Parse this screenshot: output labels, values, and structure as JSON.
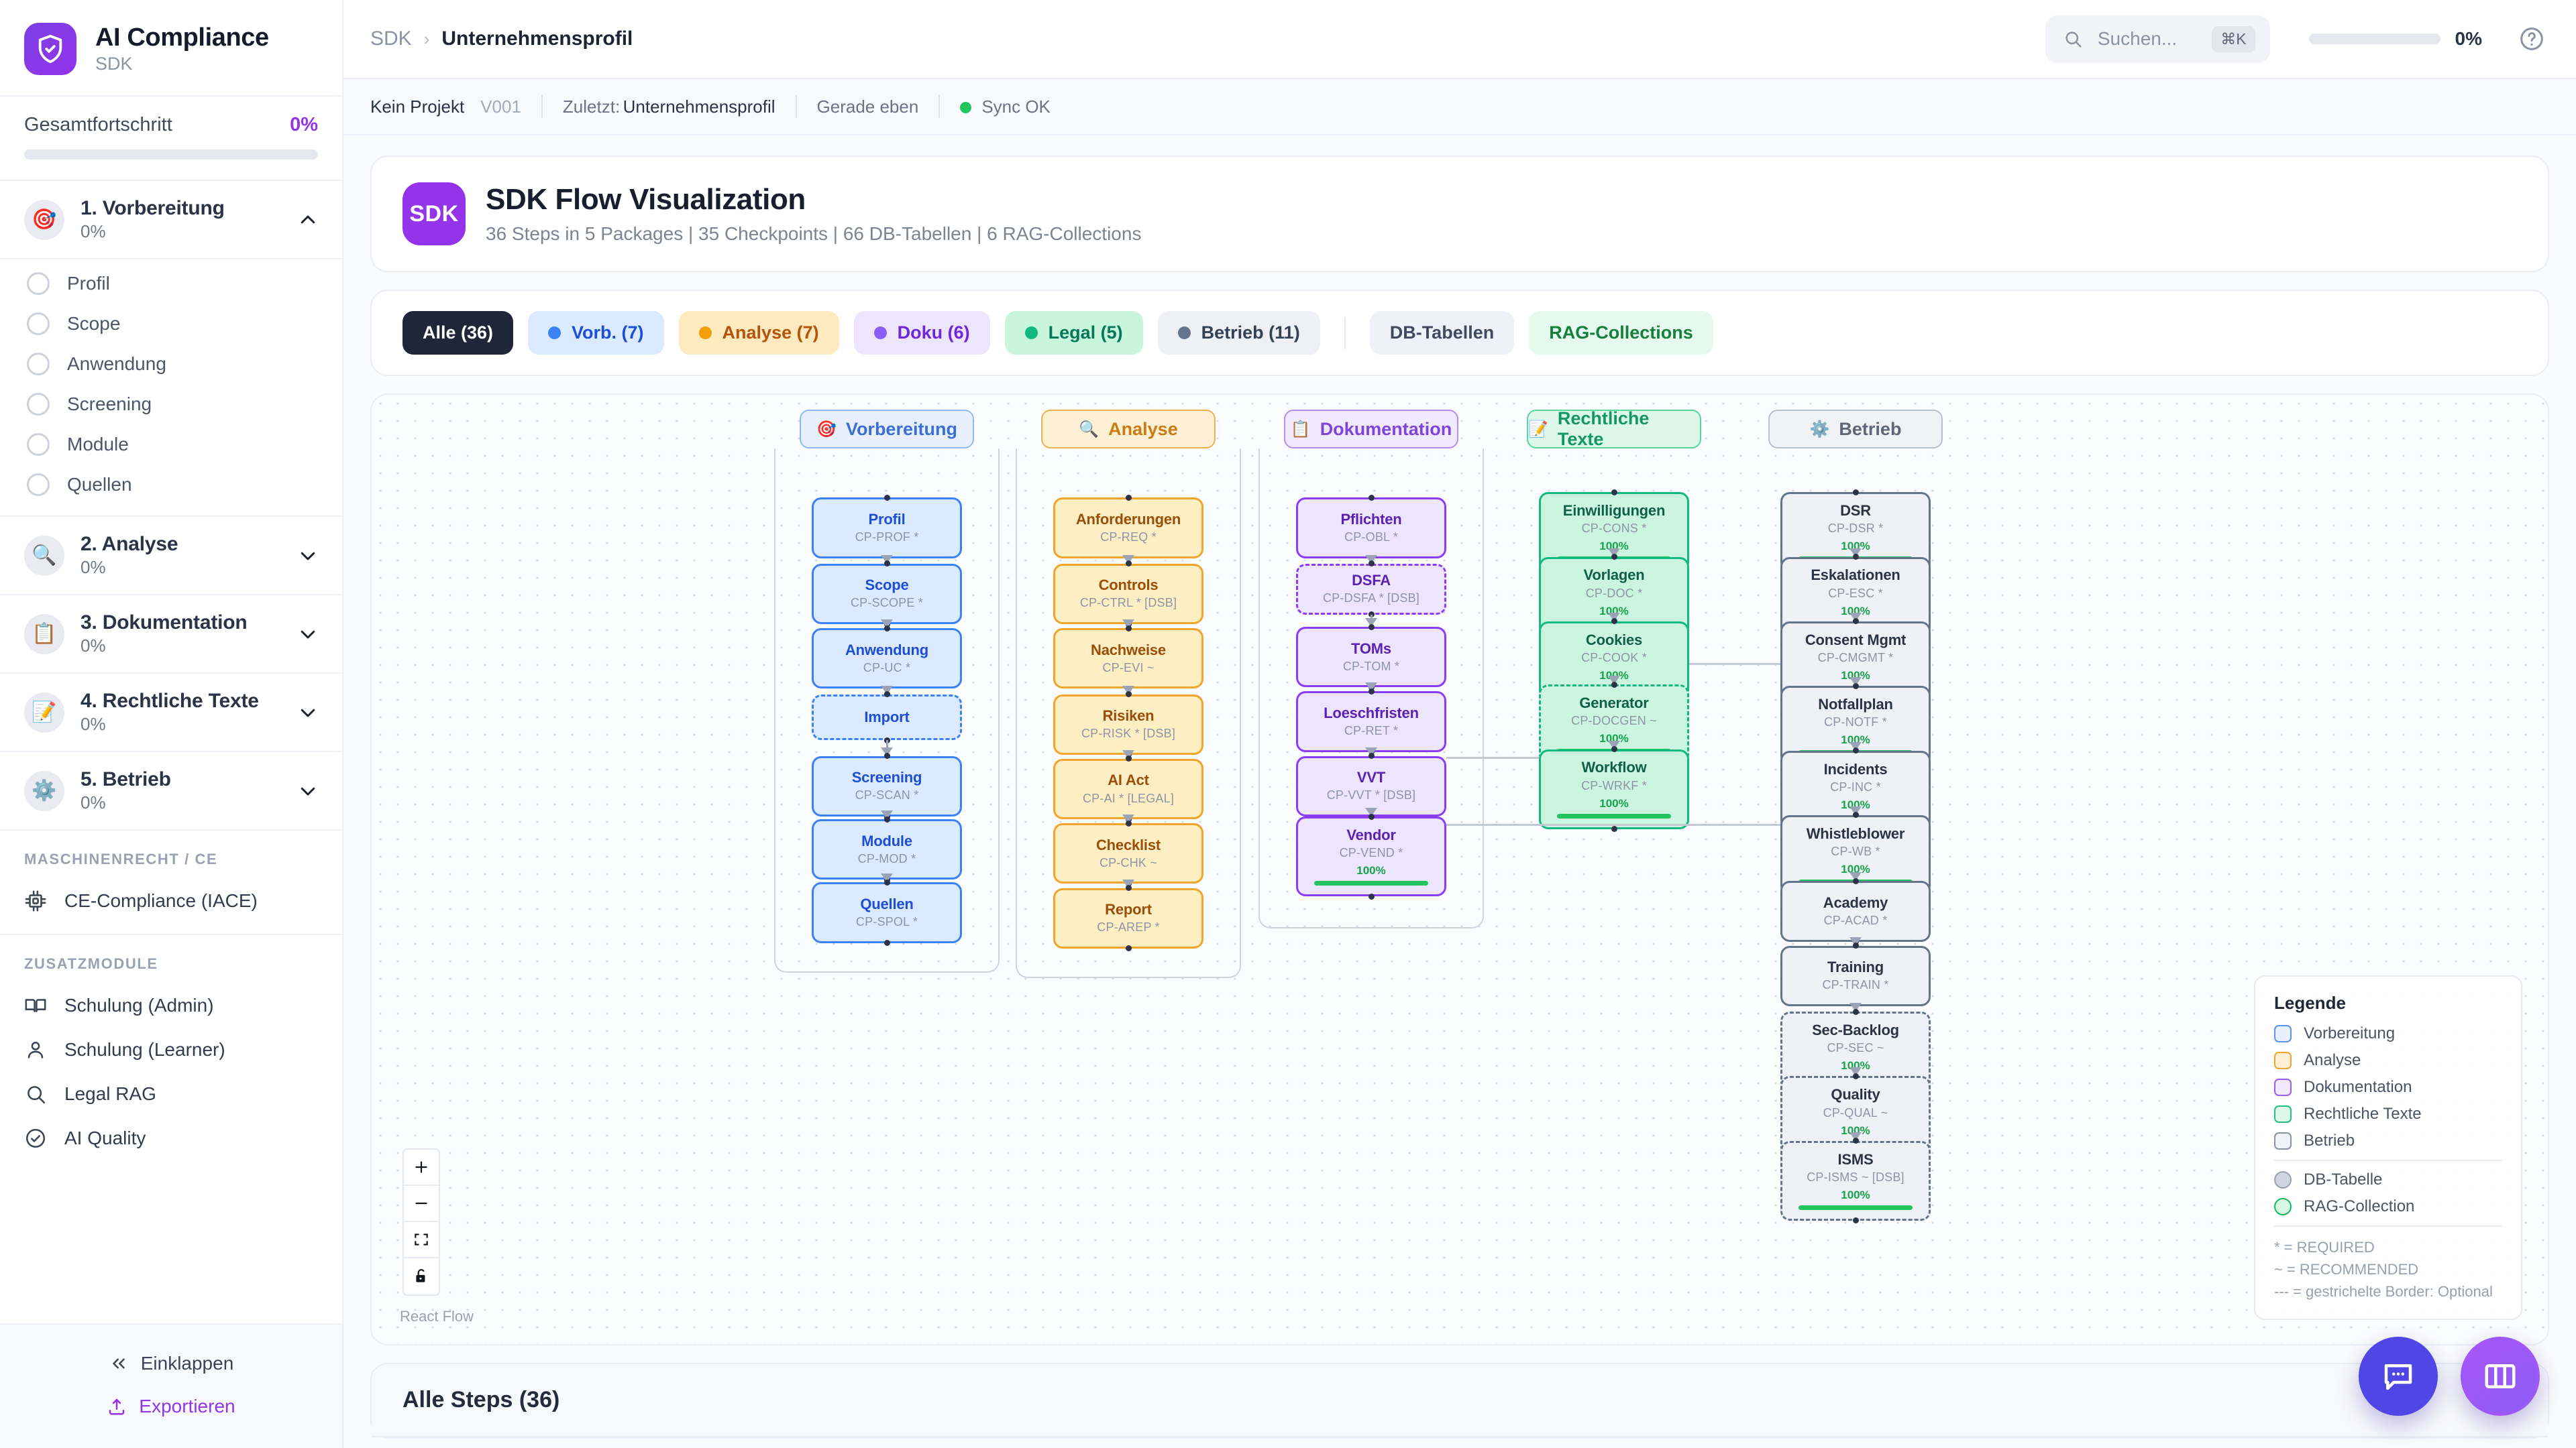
{
  "brand": {
    "title": "AI Compliance",
    "subtitle": "SDK",
    "icon": "shield-check-icon"
  },
  "sidebar": {
    "progress": {
      "label": "Gesamtfortschritt",
      "value": "0%",
      "percent": 0
    },
    "phases": [
      {
        "emoji": "🎯",
        "name": "1. Vorbereitung",
        "pct": "0%",
        "expanded": true,
        "items": [
          {
            "label": "Profil"
          },
          {
            "label": "Scope"
          },
          {
            "label": "Anwendung"
          },
          {
            "label": "Screening"
          },
          {
            "label": "Module"
          },
          {
            "label": "Quellen"
          }
        ]
      },
      {
        "emoji": "🔍",
        "name": "2. Analyse",
        "pct": "0%",
        "expanded": false,
        "items": []
      },
      {
        "emoji": "📋",
        "name": "3. Dokumentation",
        "pct": "0%",
        "expanded": false,
        "items": []
      },
      {
        "emoji": "📝",
        "name": "4. Rechtliche Texte",
        "pct": "0%",
        "expanded": false,
        "items": []
      },
      {
        "emoji": "⚙️",
        "name": "5. Betrieb",
        "pct": "0%",
        "expanded": false,
        "items": []
      }
    ],
    "section_machine": {
      "title": "MASCHINENRECHT / CE",
      "items": [
        {
          "label": "CE-Compliance (IACE)",
          "icon": "cpu-icon"
        }
      ]
    },
    "section_modules": {
      "title": "ZUSATZMODULE",
      "items": [
        {
          "label": "Schulung (Admin)",
          "icon": "book-icon"
        },
        {
          "label": "Schulung (Learner)",
          "icon": "user-icon"
        },
        {
          "label": "Legal RAG",
          "icon": "search-icon"
        },
        {
          "label": "AI Quality",
          "icon": "check-circle-icon"
        }
      ]
    },
    "footer": {
      "collapse": "Einklappen",
      "export": "Exportieren"
    }
  },
  "topbar": {
    "breadcrumb": {
      "root": "SDK",
      "separator": "›",
      "current": "Unternehmensprofil"
    },
    "search": {
      "placeholder": "Suchen...",
      "shortcut": "⌘K"
    },
    "progress": {
      "value": "0%",
      "percent": 0
    },
    "help_icon": "help-circle-icon"
  },
  "metabar": {
    "project": "Kein Projekt",
    "version": "V001",
    "last_label": "Zuletzt:",
    "last_value": "Unternehmensprofil",
    "time": "Gerade eben",
    "sync": "Sync OK",
    "sync_color": "#22c55e"
  },
  "flow_card": {
    "badge": "SDK",
    "title": "SDK Flow Visualization",
    "subtitle": "36 Steps in 5 Packages | 35 Checkpoints | 66 DB-Tabellen | 6 RAG-Collections"
  },
  "chips": [
    {
      "label": "Alle (36)",
      "active": true,
      "dot": null,
      "bg": "#1e2637",
      "fg": "#ffffff"
    },
    {
      "label": "Vorb. (7)",
      "active": false,
      "dot": "#3b82f6",
      "bg": "#dbeafe",
      "fg": "#1d4ed8"
    },
    {
      "label": "Analyse (7)",
      "active": false,
      "dot": "#f59e0b",
      "bg": "#fdeabe",
      "fg": "#b45309"
    },
    {
      "label": "Doku (6)",
      "active": false,
      "dot": "#8b5cf6",
      "bg": "#ede4fd",
      "fg": "#6d28d9"
    },
    {
      "label": "Legal (5)",
      "active": false,
      "dot": "#10b981",
      "bg": "#c9f5dd",
      "fg": "#047857"
    },
    {
      "label": "Betrieb (11)",
      "active": false,
      "dot": "#64748b",
      "bg": "#eef0f5",
      "fg": "#334155"
    }
  ],
  "chips_extra": [
    {
      "label": "DB-Tabellen",
      "bg": "#eef1f7",
      "fg": "#3f4a60"
    },
    {
      "label": "RAG-Collections",
      "bg": "#e6f9ee",
      "fg": "#15803d"
    }
  ],
  "flow": {
    "groups": [
      {
        "key": "vorbereitung",
        "label": "Vorbereitung",
        "emoji": "🎯",
        "bg": "#e8f0fe",
        "border": "#93b9f5",
        "fg": "#3b6fd4"
      },
      {
        "key": "analyse",
        "label": "Analyse",
        "emoji": "🔍",
        "bg": "#fdf0d5",
        "border": "#f0b14c",
        "fg": "#c97d13"
      },
      {
        "key": "dokumentation",
        "label": "Dokumentation",
        "emoji": "📋",
        "bg": "#f1e9fd",
        "border": "#b58cf0",
        "fg": "#8045d8"
      },
      {
        "key": "rechtliche",
        "label": "Rechtliche Texte",
        "emoji": "📝",
        "bg": "#ddf8ea",
        "border": "#58d6a0",
        "fg": "#13966a"
      },
      {
        "key": "betrieb",
        "label": "Betrieb",
        "emoji": "⚙️",
        "bg": "#f0f2f6",
        "border": "#b8c0ce",
        "fg": "#5d6778"
      }
    ],
    "nodes": [
      {
        "g": 0,
        "title": "Profil",
        "code": "CP-PROF *",
        "dashed": false,
        "pct": null
      },
      {
        "g": 0,
        "title": "Scope",
        "code": "CP-SCOPE *",
        "dashed": false,
        "pct": null
      },
      {
        "g": 0,
        "title": "Anwendung",
        "code": "CP-UC *",
        "dashed": false,
        "pct": null
      },
      {
        "g": 0,
        "title": "Import",
        "code": "",
        "dashed": true,
        "pct": null
      },
      {
        "g": 0,
        "title": "Screening",
        "code": "CP-SCAN *",
        "dashed": false,
        "pct": null
      },
      {
        "g": 0,
        "title": "Module",
        "code": "CP-MOD *",
        "dashed": false,
        "pct": null
      },
      {
        "g": 0,
        "title": "Quellen",
        "code": "CP-SPOL *",
        "dashed": false,
        "pct": null
      },
      {
        "g": 1,
        "title": "Anforderungen",
        "code": "CP-REQ *",
        "dashed": false,
        "pct": null
      },
      {
        "g": 1,
        "title": "Controls",
        "code": "CP-CTRL * [DSB]",
        "dashed": false,
        "pct": null
      },
      {
        "g": 1,
        "title": "Nachweise",
        "code": "CP-EVI ~",
        "dashed": false,
        "pct": null
      },
      {
        "g": 1,
        "title": "Risiken",
        "code": "CP-RISK * [DSB]",
        "dashed": false,
        "pct": null
      },
      {
        "g": 1,
        "title": "AI Act",
        "code": "CP-AI * [LEGAL]",
        "dashed": false,
        "pct": null
      },
      {
        "g": 1,
        "title": "Checklist",
        "code": "CP-CHK ~",
        "dashed": false,
        "pct": null
      },
      {
        "g": 1,
        "title": "Report",
        "code": "CP-AREP *",
        "dashed": false,
        "pct": null
      },
      {
        "g": 2,
        "title": "Pflichten",
        "code": "CP-OBL *",
        "dashed": false,
        "pct": null
      },
      {
        "g": 2,
        "title": "DSFA",
        "code": "CP-DSFA * [DSB]",
        "dashed": true,
        "pct": null
      },
      {
        "g": 2,
        "title": "TOMs",
        "code": "CP-TOM *",
        "dashed": false,
        "pct": null
      },
      {
        "g": 2,
        "title": "Loeschfristen",
        "code": "CP-RET *",
        "dashed": false,
        "pct": null
      },
      {
        "g": 2,
        "title": "VVT",
        "code": "CP-VVT * [DSB]",
        "dashed": false,
        "pct": null
      },
      {
        "g": 2,
        "title": "Vendor",
        "code": "CP-VEND *",
        "dashed": false,
        "pct": "100%"
      },
      {
        "g": 3,
        "title": "Einwilligungen",
        "code": "CP-CONS *",
        "dashed": false,
        "pct": "100%"
      },
      {
        "g": 3,
        "title": "Vorlagen",
        "code": "CP-DOC *",
        "dashed": false,
        "pct": "100%"
      },
      {
        "g": 3,
        "title": "Cookies",
        "code": "CP-COOK *",
        "dashed": false,
        "pct": "100%"
      },
      {
        "g": 3,
        "title": "Generator",
        "code": "CP-DOCGEN ~",
        "dashed": true,
        "pct": "100%"
      },
      {
        "g": 3,
        "title": "Workflow",
        "code": "CP-WRKF *",
        "dashed": false,
        "pct": "100%"
      },
      {
        "g": 4,
        "title": "DSR",
        "code": "CP-DSR *",
        "dashed": false,
        "pct": "100%"
      },
      {
        "g": 4,
        "title": "Eskalationen",
        "code": "CP-ESC *",
        "dashed": false,
        "pct": "100%"
      },
      {
        "g": 4,
        "title": "Consent Mgmt",
        "code": "CP-CMGMT *",
        "dashed": false,
        "pct": "100%"
      },
      {
        "g": 4,
        "title": "Notfallplan",
        "code": "CP-NOTF *",
        "dashed": false,
        "pct": "100%"
      },
      {
        "g": 4,
        "title": "Incidents",
        "code": "CP-INC *",
        "dashed": false,
        "pct": "100%"
      },
      {
        "g": 4,
        "title": "Whistleblower",
        "code": "CP-WB *",
        "dashed": false,
        "pct": "100%"
      },
      {
        "g": 4,
        "title": "Academy",
        "code": "CP-ACAD *",
        "dashed": false,
        "pct": null
      },
      {
        "g": 4,
        "title": "Training",
        "code": "CP-TRAIN *",
        "dashed": false,
        "pct": null
      },
      {
        "g": 4,
        "title": "Sec-Backlog",
        "code": "CP-SEC ~",
        "dashed": true,
        "pct": "100%"
      },
      {
        "g": 4,
        "title": "Quality",
        "code": "CP-QUAL ~",
        "dashed": true,
        "pct": "100%"
      },
      {
        "g": 4,
        "title": "ISMS",
        "code": "CP-ISMS ~ [DSB]",
        "dashed": true,
        "pct": "100%"
      }
    ],
    "controls": {
      "zoom_in": "+",
      "zoom_out": "−",
      "fit_view": "fit-view-icon",
      "lock": "unlock-icon"
    },
    "attribution": "React Flow"
  },
  "legend": {
    "title": "Legende",
    "categories": [
      {
        "label": "Vorbereitung",
        "bg": "#e8f0fe",
        "border": "#5b93f0"
      },
      {
        "label": "Analyse",
        "bg": "#fdf0d5",
        "border": "#f0a52c"
      },
      {
        "label": "Dokumentation",
        "bg": "#f1e9fd",
        "border": "#9b5cf0"
      },
      {
        "label": "Rechtliche Texte",
        "bg": "#ddf8ea",
        "border": "#1fc27f"
      },
      {
        "label": "Betrieb",
        "bg": "#f0f2f6",
        "border": "#8a93a4"
      }
    ],
    "types": [
      {
        "label": "DB-Tabelle",
        "bg": "#cfd4de",
        "border": "#9aa3b3"
      },
      {
        "label": "RAG-Collection",
        "bg": "#d7f7e3",
        "border": "#19b863"
      }
    ],
    "notes": [
      "* = REQUIRED",
      "~ = RECOMMENDED",
      "--- = gestrichelte Border: Optional"
    ]
  },
  "steps_section": {
    "title": "Alle Steps (36)"
  },
  "fabs": [
    {
      "name": "chat",
      "icon": "chat-bubble-icon",
      "color": "#4f46e5"
    },
    {
      "name": "panel",
      "icon": "columns-icon",
      "color": "#a855f7"
    }
  ]
}
